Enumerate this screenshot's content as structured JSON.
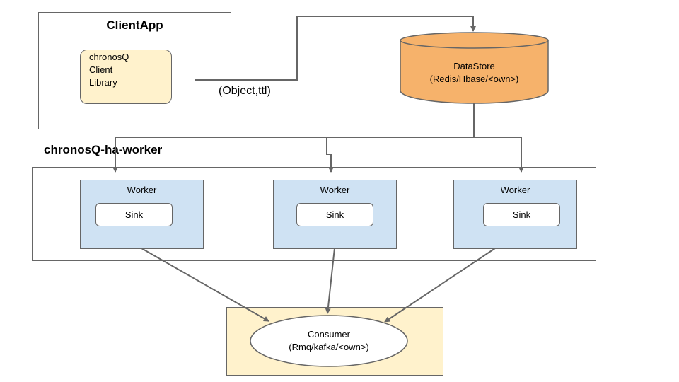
{
  "client_app": {
    "title": "ClientApp",
    "library": {
      "line1": "chronosQ",
      "line2": "Client",
      "line3": "Library"
    }
  },
  "edge_label": "(Object,ttl)",
  "datastore": {
    "name": "DataStore",
    "detail": "(Redis/Hbase/<own>)",
    "fill": "#f6b26b"
  },
  "ha_worker": {
    "title": "chronosQ-ha-worker",
    "workers": [
      {
        "label": "Worker",
        "sink": "Sink"
      },
      {
        "label": "Worker",
        "sink": "Sink"
      },
      {
        "label": "Worker",
        "sink": "Sink"
      }
    ]
  },
  "consumer": {
    "name": "Consumer",
    "detail": "(Rmq/kafka/<own>)"
  },
  "colors": {
    "line": "#666666",
    "worker_fill": "#cfe2f3",
    "highlight_fill": "#fff2cc"
  }
}
